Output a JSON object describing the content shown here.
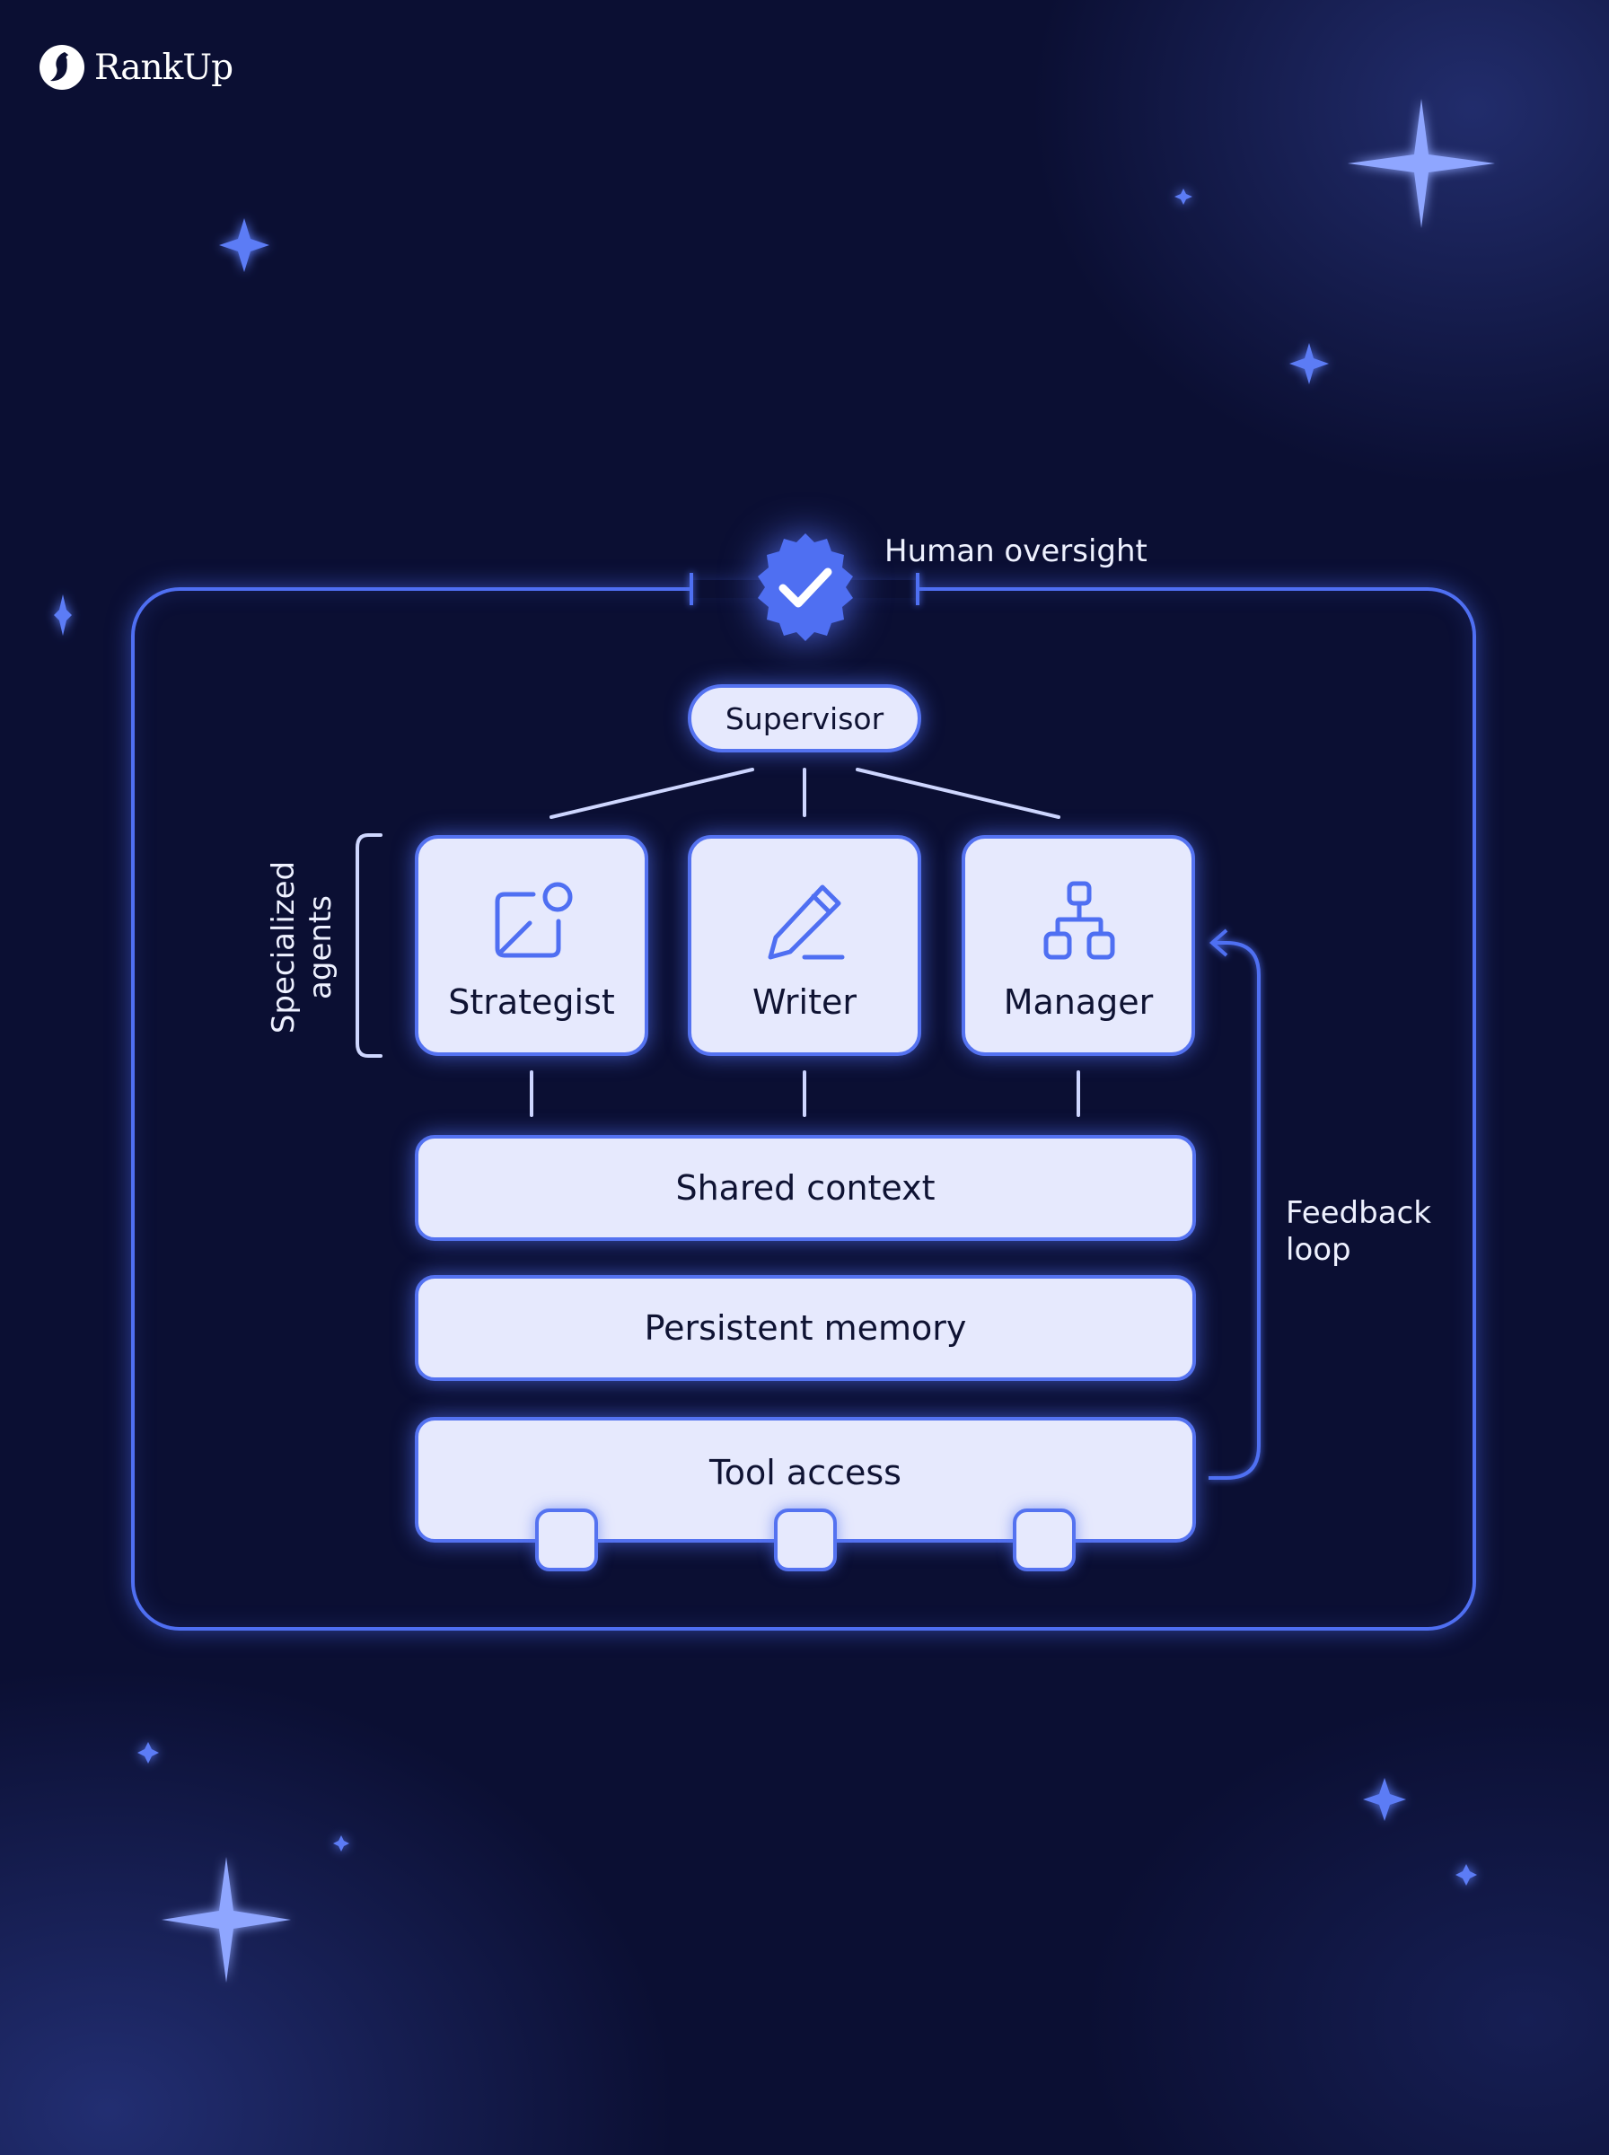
{
  "brand": {
    "name": "RankUp"
  },
  "diagram": {
    "oversight_label": "Human oversight",
    "supervisor_label": "Supervisor",
    "group_label": "Specialized\nagents",
    "agents": [
      {
        "label": "Strategist",
        "icon": "edit-image-icon"
      },
      {
        "label": "Writer",
        "icon": "pencil-icon"
      },
      {
        "label": "Manager",
        "icon": "hierarchy-icon"
      }
    ],
    "layers": [
      {
        "label": "Shared context"
      },
      {
        "label": "Persistent memory"
      },
      {
        "label": "Tool access"
      }
    ],
    "feedback_label": "Feedback\nloop"
  },
  "colors": {
    "background": "#0b0f33",
    "accent": "#4f6ff2",
    "box_fill": "#e6e9fd",
    "text_dark": "#0f1333",
    "text_light": "#eef1ff"
  }
}
